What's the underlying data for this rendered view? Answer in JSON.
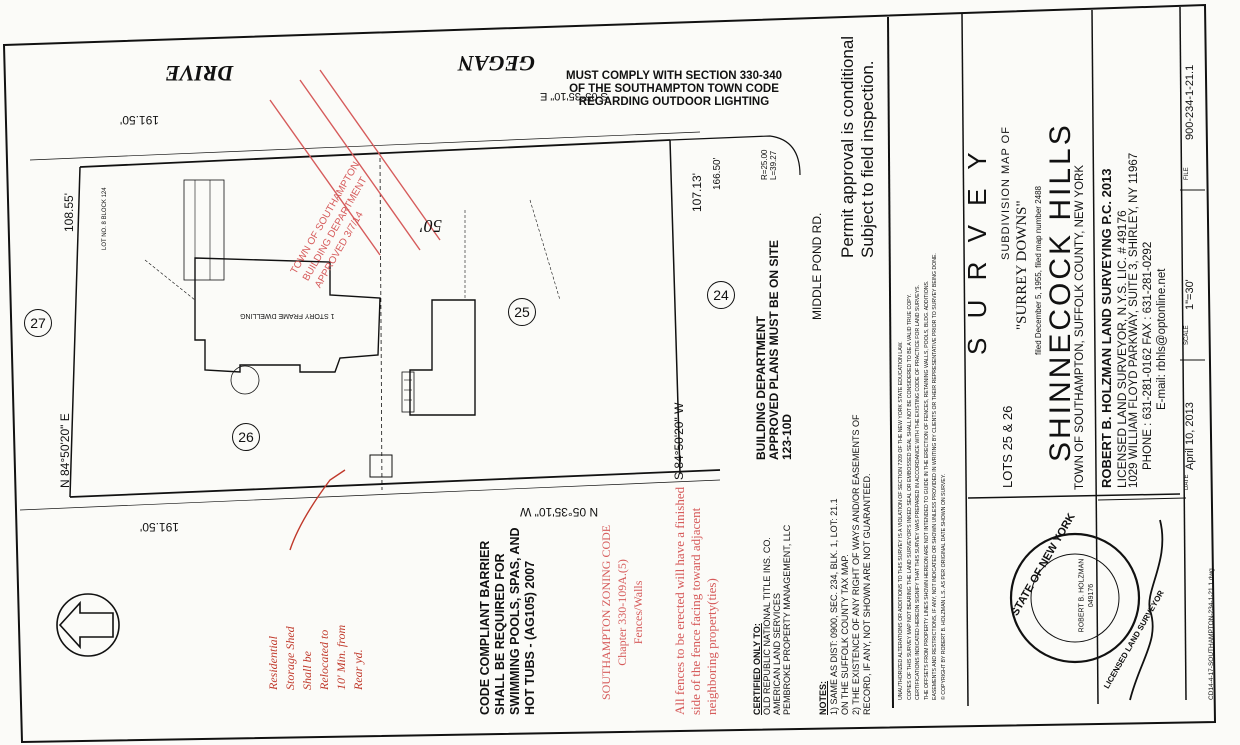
{
  "document": {
    "street_top_left": "DRIVE",
    "street_top_right": "GEGAN",
    "must_comply": [
      "MUST COMPLY WITH SECTION 330-340",
      "OF THE SOUTHAMPTON TOWN CODE",
      "REGARDING OUTDOOR LIGHTING"
    ],
    "permit_note": [
      "Permit approval is conditional",
      "Subject to field inspection."
    ],
    "middle_pond": "MIDDLE POND RD.",
    "curve_data": [
      "R=25.00",
      "L=39.27"
    ],
    "bearing_left": "N 84°50'20\" E",
    "bearing_right": "S 84°50'20\" W",
    "bearing_bottom": "N 05°35'10\" W",
    "bearing_top": "S 05°35'10\" E",
    "dim_top": "191.50'",
    "dim_bottom": "191.50'",
    "dim_left": "108.55'",
    "dim_right": "107.13'",
    "dim_right_top": "166.50'",
    "lot_numbers": [
      "27",
      "26",
      "25",
      "24"
    ],
    "dwelling_label": "1 STORY FRAME DWELLING",
    "building_dept": [
      "BUILDING DEPARTMENT",
      "APPROVED PLANS MUST BE ON SITE",
      "123-10D"
    ],
    "code_barrier": [
      "CODE COMPLIANT BARRIER",
      "SHALL BE REQUIRED FOR",
      "SWIMMING POOLS, SPAS, AND",
      "HOT TUBS - (AG105) 2007"
    ],
    "zoning": [
      "SOUTHAMPTON ZONING CODE",
      "Chapter 330-109A.(5)",
      "Fences/Walls"
    ],
    "fence_note": [
      "All fences to be erected will have a finished",
      "side of the fence facing toward adjacent",
      "neighboring property(ties)"
    ],
    "handwritten_left": [
      "Residential",
      "Storage Shed",
      "Shall be",
      "Relocated to",
      "10' Min. from",
      "Rear yd."
    ],
    "town_stamp": [
      "TOWN OF SOUTHAMPTON",
      "BUILDING DEPARTMENT",
      "APPROVED 3/7/14"
    ],
    "certified_heading": "CERTIFIED ONLY TO:",
    "certified_lines": [
      "OLD REPUBLIC NATIONAL TITLE INS. CO.",
      "AMERICAN LAND SERVICES",
      "PEMBROKE PROPERTY MANAGEMENT, LLC"
    ],
    "notes_heading": "NOTES:",
    "notes_lines": [
      "1) SAME AS DIST: 0900, SEC. 234, BLK. 1, LOT: 21.1",
      "ON THE SUFFOLK COUNTY TAX MAP.",
      "2) THE EXISTENCE OF ANY RIGHT OF WAYS AND/OR EASEMENTS OF",
      "RECORD, IF ANY, NOT SHOWN ARE NOT GUARANTEED."
    ],
    "survey_title": "S U R V E Y",
    "lots": "LOTS 25 & 26",
    "subdivision": "SUBDIVISION MAP OF",
    "map_name": "\"SURREY DOWNS\"",
    "filed": "filed December 5, 1955, filed map number 2488",
    "place": "SHINNECOCK HILLS",
    "town": "TOWN OF SOUTHAMPTON, SUFFOLK COUNTY, NEW YORK",
    "firm": "ROBERT B. HOLZMAN LAND SURVEYING P.C. 2013",
    "license": "LICENSED LAND SURVEYOR, N.Y.S. LIC. # 49176",
    "address": "1029 WILLIAM FLOYD PARKWAY, SUITE 3, SHIRLEY, NY 11967",
    "phone": "PHONE : 631-281-0162  FAX : 631-281-0292",
    "email": "E-mail: rbhls@optonline.net",
    "date_label": "DATE",
    "date_value": "April 10, 2013",
    "scale_label": "SCALE",
    "scale_value": "1\"=30'",
    "file_label": "FILE",
    "file_value": "900-234-1-21.1",
    "seal": [
      "STATE OF NEW YORK",
      "ROBERT B. HOLZMAN",
      "049176",
      "LICENSED LAND SURVEYOR"
    ],
    "footer_code": "CD14-4-17-SOUTHAMPTON-234-1-21.1.dwg",
    "block_label": "LOT NO. 8  BLOCK 124",
    "pool_num": "50'",
    "legal_fine": [
      "UNAUTHORIZED ALTERATIONS OR ADDITIONS TO THIS SURVEY IS A VIOLATION OF SECTION 7209 OF THE NEW YORK STATE EDUCATION LAW.",
      "COPIES OF THIS SURVEY MAP NOT BEARING THE LAND SURVEYOR'S INKED SEAL OR EMBOSSED SEAL SHALL NOT BE CONSIDERED TO BE A VALID TRUE COPY.",
      "CERTIFICATIONS INDICATED HEREON SIGNIFY THAT THIS SURVEY WAS PREPARED IN ACCORDANCE WITH THE EXISTING CODE OF PRACTICE FOR LAND SURVEYS.",
      "THE OFFSETS FROM PROPERTY LINES SHOWN HEREON ARE NOT INTENDED TO GUIDE IN THE ERECTION OF FENCES, RETAINING WALLS, POOLS, BLDG. ADDITIONS.",
      "EASEMENTS AND RESTRICTIONS, IF ANY, NOT INDICATED OR SHOWN UNLESS PROVIDED IN WRITING BY CLIENTS OR THEIR REPRESENTATIVE PRIOR TO SURVEY BEING DONE.",
      "© COPYRIGHT BY ROBERT B. HOLZMAN L.S. AS PER ORIGINAL DATE SHOWN ON SURVEY."
    ]
  }
}
